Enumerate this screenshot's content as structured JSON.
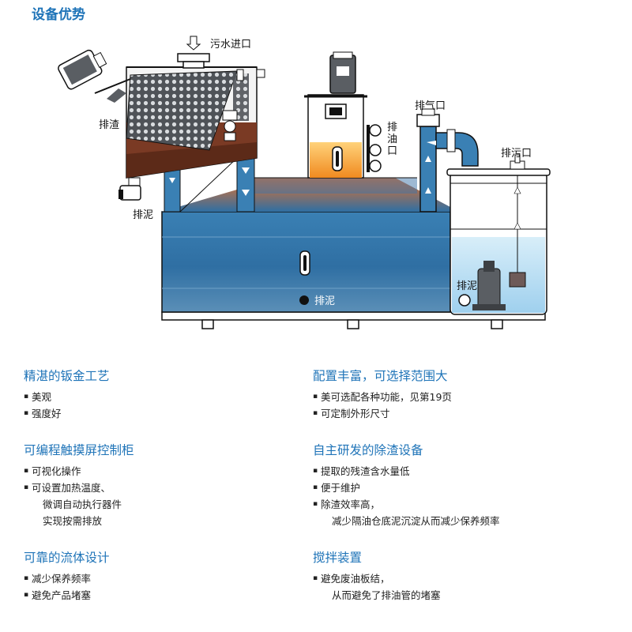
{
  "page_title": "设备优势",
  "diagram": {
    "labels": {
      "inlet": "污水进口",
      "slag": "排渣",
      "mud_left": "排泥",
      "oil": [
        "排",
        "油",
        "口"
      ],
      "gas": "排气口",
      "sewage": "排污口",
      "mud_bottom": "排泥",
      "mud_right": "排泥"
    },
    "colors": {
      "tank_blue": "#2f73a8",
      "water_light": "#bfe3f5",
      "oil_orange": "#f0a030",
      "slag_brown": "#7a3a24"
    }
  },
  "features": [
    {
      "title": "精湛的钣金工艺",
      "items": [
        [
          "美观"
        ],
        [
          "强度好"
        ]
      ]
    },
    {
      "title": "配置丰富，可选择范围大",
      "items": [
        [
          "美可选配各种功能，见第19页"
        ],
        [
          "可定制外形尺寸"
        ]
      ]
    },
    {
      "title": "可编程触摸屏控制柜",
      "items": [
        [
          "可视化操作"
        ],
        [
          "可设置加热温度、",
          "微调自动执行器件",
          "实现按需排放"
        ]
      ]
    },
    {
      "title": "自主研发的除渣设备",
      "items": [
        [
          "提取的残渣含水量低"
        ],
        [
          "便于维护"
        ],
        [
          "除渣效率高，",
          "减少隔油仓底泥沉淀从而减少保养频率"
        ]
      ]
    },
    {
      "title": "可靠的流体设计",
      "items": [
        [
          "减少保养频率"
        ],
        [
          "避免产品堵塞"
        ]
      ]
    },
    {
      "title": "搅拌装置",
      "items": [
        [
          "避免废油板结，",
          "从而避免了排油管的堵塞"
        ]
      ]
    }
  ]
}
